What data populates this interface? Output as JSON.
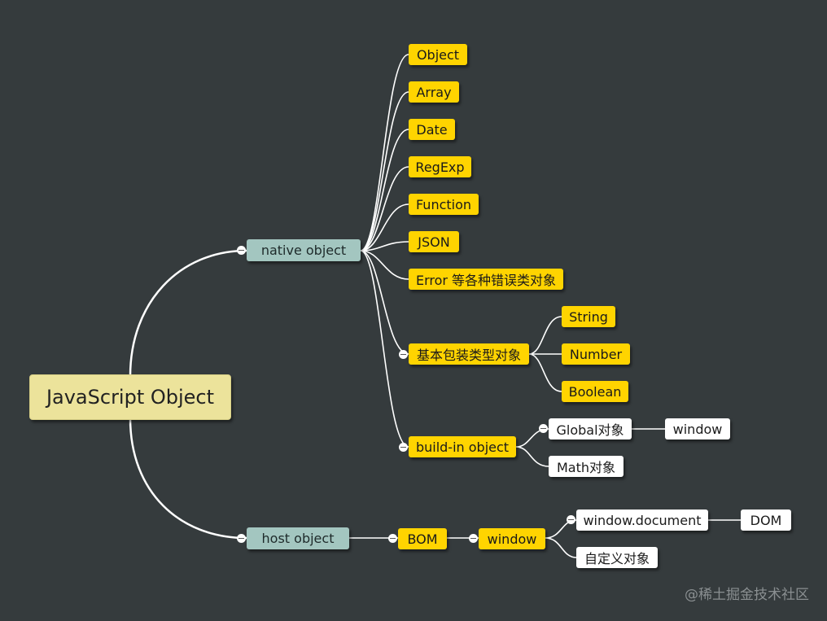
{
  "mindmap": {
    "root": "JavaScript Object",
    "native_object": {
      "label": "native object",
      "children": [
        "Object",
        "Array",
        "Date",
        "RegExp",
        "Function",
        "JSON",
        "Error 等各种错误类对象"
      ],
      "wrapper_types": {
        "label": "基本包装类型对象",
        "children": [
          "String",
          "Number",
          "Boolean"
        ]
      },
      "build_in": {
        "label": "build-in object",
        "global": {
          "label": "Global对象",
          "child": "window"
        },
        "math": "Math对象"
      }
    },
    "host_object": {
      "label": "host object",
      "bom": {
        "label": "BOM",
        "window": {
          "label": "window",
          "document": {
            "label": "window.document",
            "child": "DOM"
          },
          "custom": "自定义对象"
        }
      }
    }
  },
  "watermark": "@稀土掘金技术社区",
  "colors": {
    "background": "#353b3d",
    "root": "#ece39b",
    "category": "#a3c6c0",
    "leaf_yellow": "#ffd400",
    "leaf_white": "#ffffff",
    "edge": "#ffffff"
  }
}
